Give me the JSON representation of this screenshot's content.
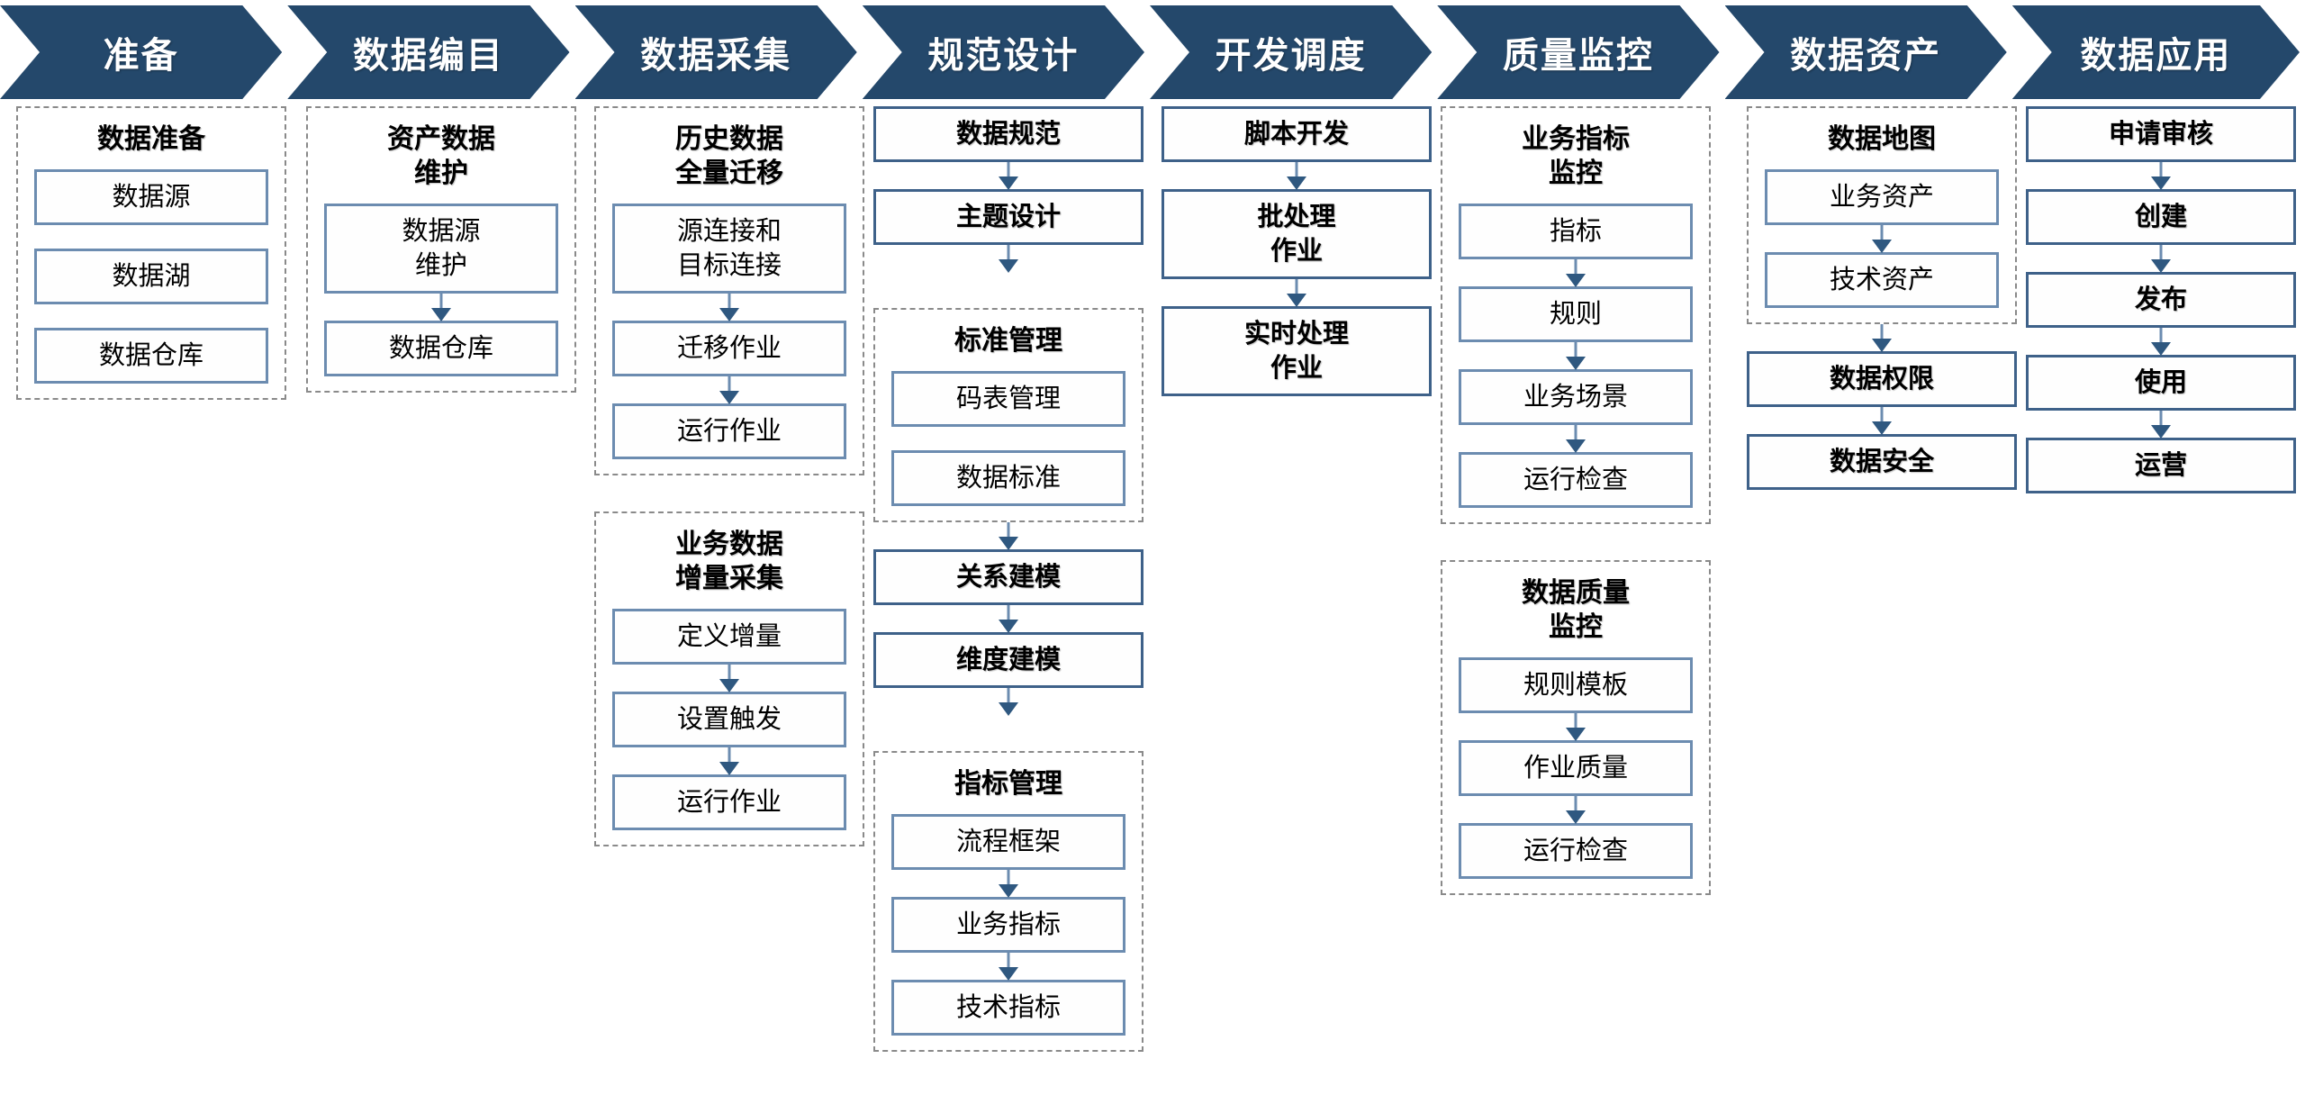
{
  "header": {
    "stages": [
      {
        "label": "准备"
      },
      {
        "label": "数据编目"
      },
      {
        "label": "数据采集"
      },
      {
        "label": "规范设计"
      },
      {
        "label": "开发调度"
      },
      {
        "label": "质量监控"
      },
      {
        "label": "数据资产"
      },
      {
        "label": "数据应用"
      }
    ]
  },
  "colors": {
    "chevron_fill": "#24486B",
    "node_border": "#6C8CB0",
    "group_border": "#8A8A8A",
    "arrow": "#2F5880",
    "text": "#000000",
    "chevron_text": "#FFFFFF"
  },
  "columns": [
    {
      "stage": "准备",
      "groups": [
        {
          "title": "数据准备",
          "boxed": true,
          "nodes": [
            {
              "label": "数据源",
              "bold": false,
              "arrow_after": false
            },
            {
              "label": "数据湖",
              "bold": false,
              "arrow_after": false
            },
            {
              "label": "数据仓库",
              "bold": false,
              "arrow_after": false
            }
          ]
        }
      ]
    },
    {
      "stage": "数据编目",
      "groups": [
        {
          "title": "资产数据\n维护",
          "boxed": true,
          "nodes": [
            {
              "label": "数据源\n维护",
              "bold": false,
              "arrow_after": true
            },
            {
              "label": "数据仓库",
              "bold": false,
              "arrow_after": false
            }
          ]
        }
      ]
    },
    {
      "stage": "数据采集",
      "groups": [
        {
          "title": "历史数据\n全量迁移",
          "boxed": true,
          "nodes": [
            {
              "label": "源连接和\n目标连接",
              "bold": false,
              "arrow_after": true
            },
            {
              "label": "迁移作业",
              "bold": false,
              "arrow_after": true
            },
            {
              "label": "运行作业",
              "bold": false,
              "arrow_after": false
            }
          ]
        },
        {
          "title": "业务数据\n增量采集",
          "boxed": true,
          "nodes": [
            {
              "label": "定义增量",
              "bold": false,
              "arrow_after": true
            },
            {
              "label": "设置触发",
              "bold": false,
              "arrow_after": true
            },
            {
              "label": "运行作业",
              "bold": false,
              "arrow_after": false
            }
          ]
        }
      ]
    },
    {
      "stage": "规范设计",
      "groups": [
        {
          "title": "",
          "boxed": false,
          "nodes": [
            {
              "label": "数据规范",
              "bold": true,
              "arrow_after": true
            },
            {
              "label": "主题设计",
              "bold": true,
              "arrow_after": true
            }
          ]
        },
        {
          "title": "标准管理",
          "boxed": true,
          "nodes": [
            {
              "label": "码表管理",
              "bold": false,
              "arrow_after": false
            },
            {
              "label": "数据标准",
              "bold": false,
              "arrow_after": false
            }
          ],
          "arrow_after_group": true
        },
        {
          "title": "",
          "boxed": false,
          "nodes": [
            {
              "label": "关系建模",
              "bold": true,
              "arrow_after": true
            },
            {
              "label": "维度建模",
              "bold": true,
              "arrow_after": true
            }
          ]
        },
        {
          "title": "指标管理",
          "boxed": true,
          "nodes": [
            {
              "label": "流程框架",
              "bold": false,
              "arrow_after": true
            },
            {
              "label": "业务指标",
              "bold": false,
              "arrow_after": true
            },
            {
              "label": "技术指标",
              "bold": false,
              "arrow_after": false
            }
          ]
        }
      ]
    },
    {
      "stage": "开发调度",
      "groups": [
        {
          "title": "",
          "boxed": false,
          "nodes": [
            {
              "label": "脚本开发",
              "bold": true,
              "arrow_after": true
            },
            {
              "label": "批处理\n作业",
              "bold": true,
              "arrow_after": true
            },
            {
              "label": "实时处理\n作业",
              "bold": true,
              "arrow_after": false
            }
          ]
        }
      ]
    },
    {
      "stage": "质量监控",
      "groups": [
        {
          "title": "业务指标\n监控",
          "boxed": true,
          "nodes": [
            {
              "label": "指标",
              "bold": false,
              "arrow_after": true
            },
            {
              "label": "规则",
              "bold": false,
              "arrow_after": true
            },
            {
              "label": "业务场景",
              "bold": false,
              "arrow_after": true
            },
            {
              "label": "运行检查",
              "bold": false,
              "arrow_after": false
            }
          ]
        },
        {
          "title": "数据质量\n监控",
          "boxed": true,
          "nodes": [
            {
              "label": "规则模板",
              "bold": false,
              "arrow_after": true
            },
            {
              "label": "作业质量",
              "bold": false,
              "arrow_after": true
            },
            {
              "label": "运行检查",
              "bold": false,
              "arrow_after": false
            }
          ]
        }
      ]
    },
    {
      "stage": "数据资产",
      "groups": [
        {
          "title": "数据地图",
          "boxed": true,
          "nodes": [
            {
              "label": "业务资产",
              "bold": false,
              "arrow_after": true
            },
            {
              "label": "技术资产",
              "bold": false,
              "arrow_after": false
            }
          ],
          "arrow_after_group": true
        },
        {
          "title": "",
          "boxed": false,
          "nodes": [
            {
              "label": "数据权限",
              "bold": true,
              "arrow_after": true
            },
            {
              "label": "数据安全",
              "bold": true,
              "arrow_after": false
            }
          ]
        }
      ]
    },
    {
      "stage": "数据应用",
      "groups": [
        {
          "title": "",
          "boxed": false,
          "nodes": [
            {
              "label": "申请审核",
              "bold": true,
              "arrow_after": true
            },
            {
              "label": "创建",
              "bold": true,
              "arrow_after": true
            },
            {
              "label": "发布",
              "bold": true,
              "arrow_after": true
            },
            {
              "label": "使用",
              "bold": true,
              "arrow_after": true
            },
            {
              "label": "运营",
              "bold": true,
              "arrow_after": false
            }
          ]
        }
      ]
    }
  ]
}
